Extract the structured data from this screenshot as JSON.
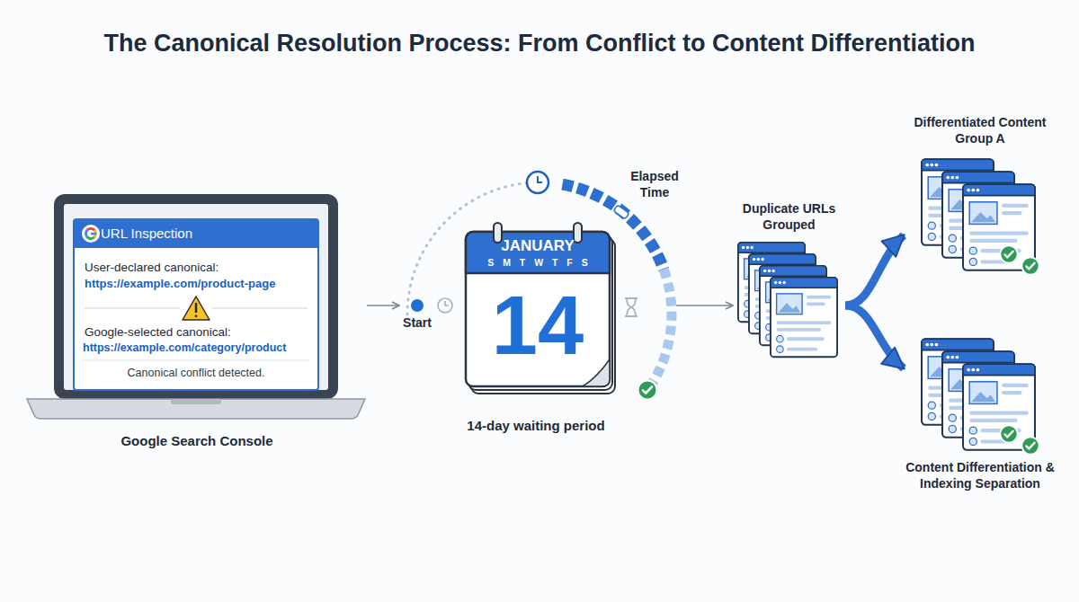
{
  "diagram": {
    "title": "The Canonical Resolution Process: From Conflict to Content Differentiation",
    "nodes": [
      {
        "text": [
          "Google Search Console"
        ]
      },
      {
        "text": [
          "URL Inspection",
          "User-declared canonical:",
          "https://example.com/product-page",
          "Google-selected canonical:",
          "https://example.com/category/product",
          "Canonical conflict detected."
        ],
        "in": 0
      },
      {
        "text": [
          "Start"
        ]
      },
      {
        "text": [
          "JANUARY",
          "S M T W T F S",
          "14",
          "14-day waiting period"
        ]
      },
      {
        "text": [
          "Duplicate URLs Grouped"
        ]
      },
      {
        "text": [
          "Differentiated Content Group A"
        ]
      },
      {
        "text": [
          "Content Differentiation & Indexing Separation"
        ]
      }
    ],
    "edges": [
      {
        "from": 0,
        "to": 2,
        "arrow": "to"
      },
      {
        "from": 3,
        "to": 4,
        "arrow": "to"
      },
      {
        "from": 4,
        "to": 5,
        "arrow": "to"
      },
      {
        "from": 4,
        "to": 6,
        "arrow": "to"
      }
    ],
    "labels": [
      "Elapsed Time"
    ]
  }
}
